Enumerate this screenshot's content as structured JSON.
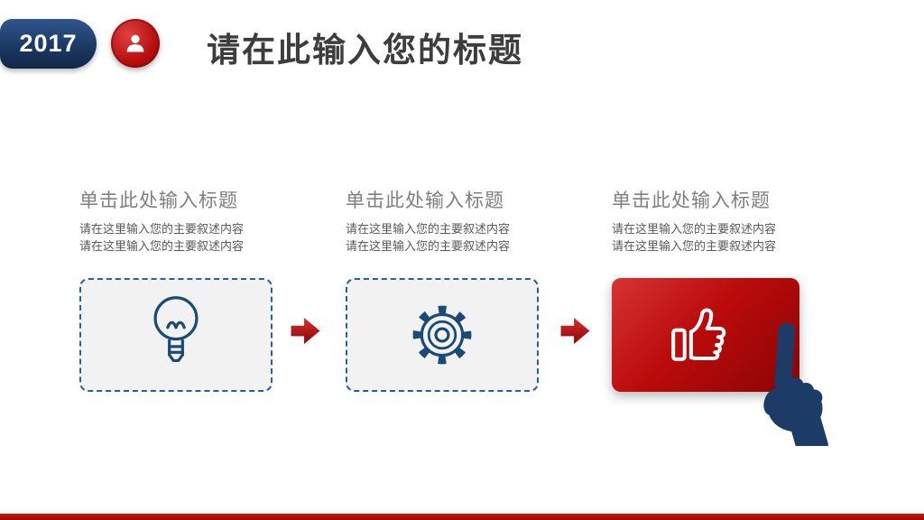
{
  "slide": {
    "badge_year": "2017",
    "title": "请在此输入您的标题"
  },
  "columns": [
    {
      "heading": "单击此处输入标题",
      "body": [
        "请在这里输入您的主要叙述内容",
        "请在这里输入您的主要叙述内容"
      ],
      "icon": "lightbulb-icon"
    },
    {
      "heading": "单击此处输入标题",
      "body": [
        "请在这里输入您的主要叙述内容",
        "请在这里输入您的主要叙述内容"
      ],
      "icon": "gear-icon"
    },
    {
      "heading": "单击此处输入标题",
      "body": [
        "请在这里输入您的主要叙述内容",
        "请在这里输入您的主要叙述内容"
      ],
      "icon": "thumbs-up-icon"
    }
  ],
  "colors": {
    "accent_red": "#c00000",
    "accent_navy": "#1c3b66",
    "card_background": "#f2f2f2",
    "dashed_border_blue": "#2a5f9e",
    "heading_gray": "#7f7f7f",
    "body_gray": "#595959",
    "title_gray": "#3d3d3d"
  }
}
